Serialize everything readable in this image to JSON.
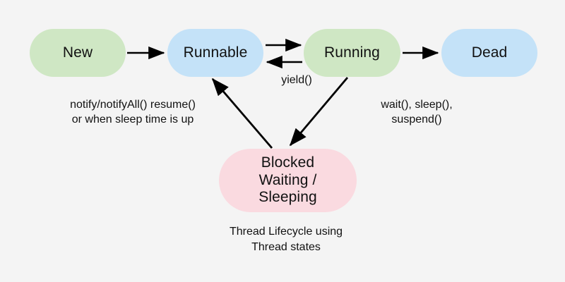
{
  "diagram": {
    "title": "Thread Lifecycle using Thread states",
    "background_color": "#f4f4f4",
    "colors": {
      "green": "#cfe7c4",
      "blue": "#c4e2f8",
      "pink": "#fadae0",
      "text": "#111111",
      "arrow": "#000000"
    },
    "nodes": {
      "new": {
        "label": "New",
        "color": "#cfe7c4"
      },
      "runnable": {
        "label": "Runnable",
        "color": "#c4e2f8"
      },
      "running": {
        "label": "Running",
        "color": "#cfe7c4"
      },
      "dead": {
        "label": "Dead",
        "color": "#c4e2f8"
      },
      "blocked": {
        "line1": "Blocked",
        "line2": "Waiting /",
        "line3": "Sleeping",
        "color": "#fadae0"
      }
    },
    "edge_labels": {
      "yield": "yield()",
      "notify_line1": "notify/notifyAll() resume()",
      "notify_line2": "or when sleep time is up",
      "wait_line1": "wait(), sleep(),",
      "wait_line2": "suspend()"
    },
    "caption": {
      "line1": "Thread Lifecycle using",
      "line2": "Thread states"
    },
    "edges": [
      {
        "from": "new",
        "to": "runnable",
        "label": ""
      },
      {
        "from": "runnable",
        "to": "running",
        "label": ""
      },
      {
        "from": "running",
        "to": "runnable",
        "label": "yield()"
      },
      {
        "from": "running",
        "to": "dead",
        "label": ""
      },
      {
        "from": "running",
        "to": "blocked",
        "label": "wait(), sleep(), suspend()"
      },
      {
        "from": "blocked",
        "to": "runnable",
        "label": "notify/notifyAll() resume() or when sleep time is up"
      }
    ]
  }
}
